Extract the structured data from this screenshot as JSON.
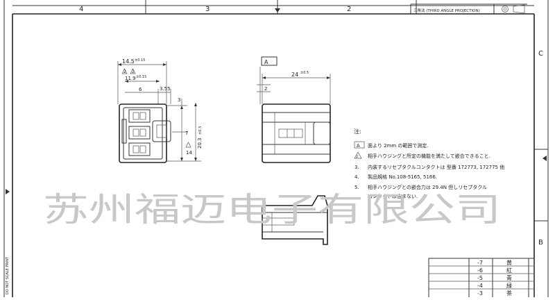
{
  "border": {
    "top_zones": [
      "4",
      "3",
      "2"
    ],
    "right_zones": [
      "C",
      "B"
    ],
    "projection_label": "三角法 (THIRD ANGLE PROJECTION)",
    "margin_note": "DO NOT SCALE PRINT"
  },
  "front_view": {
    "dim_width": "14.5",
    "dim_width_tol": "±0.15",
    "dim_inner": "11.9",
    "dim_inner_tol": "±0.15",
    "dim_pitch": "6",
    "dim_offset": "3.55",
    "dim_top": "3",
    "dim_mid": "7",
    "dim_height": "14",
    "dim_height_right": "20.3",
    "dim_height_tol": "±0.3",
    "note_mark_a": "2",
    "note_mark_b": "2"
  },
  "side_view": {
    "view_label": "A",
    "dim_length": "24",
    "dim_length_tol": "±0.5",
    "dim_offset": "2"
  },
  "notes": {
    "heading": "注:",
    "items": [
      {
        "marker": "A",
        "text": "面より 2mm の範囲で測定."
      },
      {
        "marker": "2",
        "text": "相手ハウジングと所定の機能を満たして嵌合できること."
      },
      {
        "marker": "3.",
        "text": "内装するリセプタクルコンタクトは 型番 172773, 172775 他"
      },
      {
        "marker": "4.",
        "text": "製品規格  No.108-5165, 5166."
      },
      {
        "marker": "5.",
        "text": "相手ハウジングとの嵌合力は 29.4N 但しリセプタクル"
      },
      {
        "marker": "",
        "text": "コンタクトは含まない."
      }
    ]
  },
  "watermark": "苏州福迈电子有限公司",
  "revision_table": {
    "rows": [
      {
        "code": "-7",
        "color": "黄"
      },
      {
        "code": "-6",
        "color": "紅"
      },
      {
        "code": "-5",
        "color": "青"
      },
      {
        "code": "-4",
        "color": "緑"
      },
      {
        "code": "-3",
        "color": "茶"
      }
    ]
  }
}
